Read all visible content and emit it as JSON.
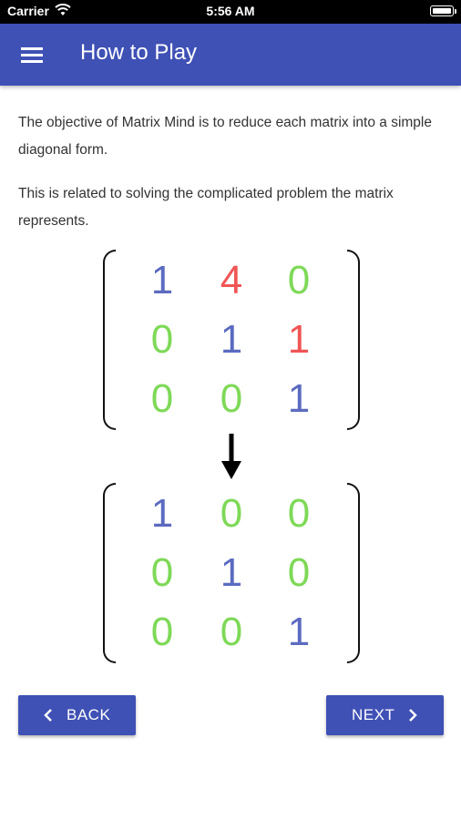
{
  "status_bar": {
    "carrier": "Carrier",
    "time": "5:56 AM"
  },
  "app_bar": {
    "title": "How to Play",
    "menu_icon": "hamburger-menu-icon"
  },
  "content": {
    "paragraph_1": "The objective of Matrix Mind is to reduce each matrix into a simple diagonal form.",
    "paragraph_2": "This is related to solving the complicated problem the matrix represents."
  },
  "colors": {
    "primary": "#3f51b5",
    "diagonal_blue": "#5c6bc0",
    "zero_green": "#7ed957",
    "nonzero_red": "#f05555"
  },
  "matrix_before": [
    [
      {
        "v": "1",
        "c": "blue"
      },
      {
        "v": "4",
        "c": "red"
      },
      {
        "v": "0",
        "c": "green"
      }
    ],
    [
      {
        "v": "0",
        "c": "green"
      },
      {
        "v": "1",
        "c": "blue"
      },
      {
        "v": "1",
        "c": "red"
      }
    ],
    [
      {
        "v": "0",
        "c": "green"
      },
      {
        "v": "0",
        "c": "green"
      },
      {
        "v": "1",
        "c": "blue"
      }
    ]
  ],
  "matrix_after": [
    [
      {
        "v": "1",
        "c": "blue"
      },
      {
        "v": "0",
        "c": "green"
      },
      {
        "v": "0",
        "c": "green"
      }
    ],
    [
      {
        "v": "0",
        "c": "green"
      },
      {
        "v": "1",
        "c": "blue"
      },
      {
        "v": "0",
        "c": "green"
      }
    ],
    [
      {
        "v": "0",
        "c": "green"
      },
      {
        "v": "0",
        "c": "green"
      },
      {
        "v": "1",
        "c": "blue"
      }
    ]
  ],
  "arrow_icon": "arrow-down-icon",
  "buttons": {
    "back_label": "BACK",
    "next_label": "NEXT",
    "back_icon": "chevron-left-icon",
    "next_icon": "chevron-right-icon"
  }
}
